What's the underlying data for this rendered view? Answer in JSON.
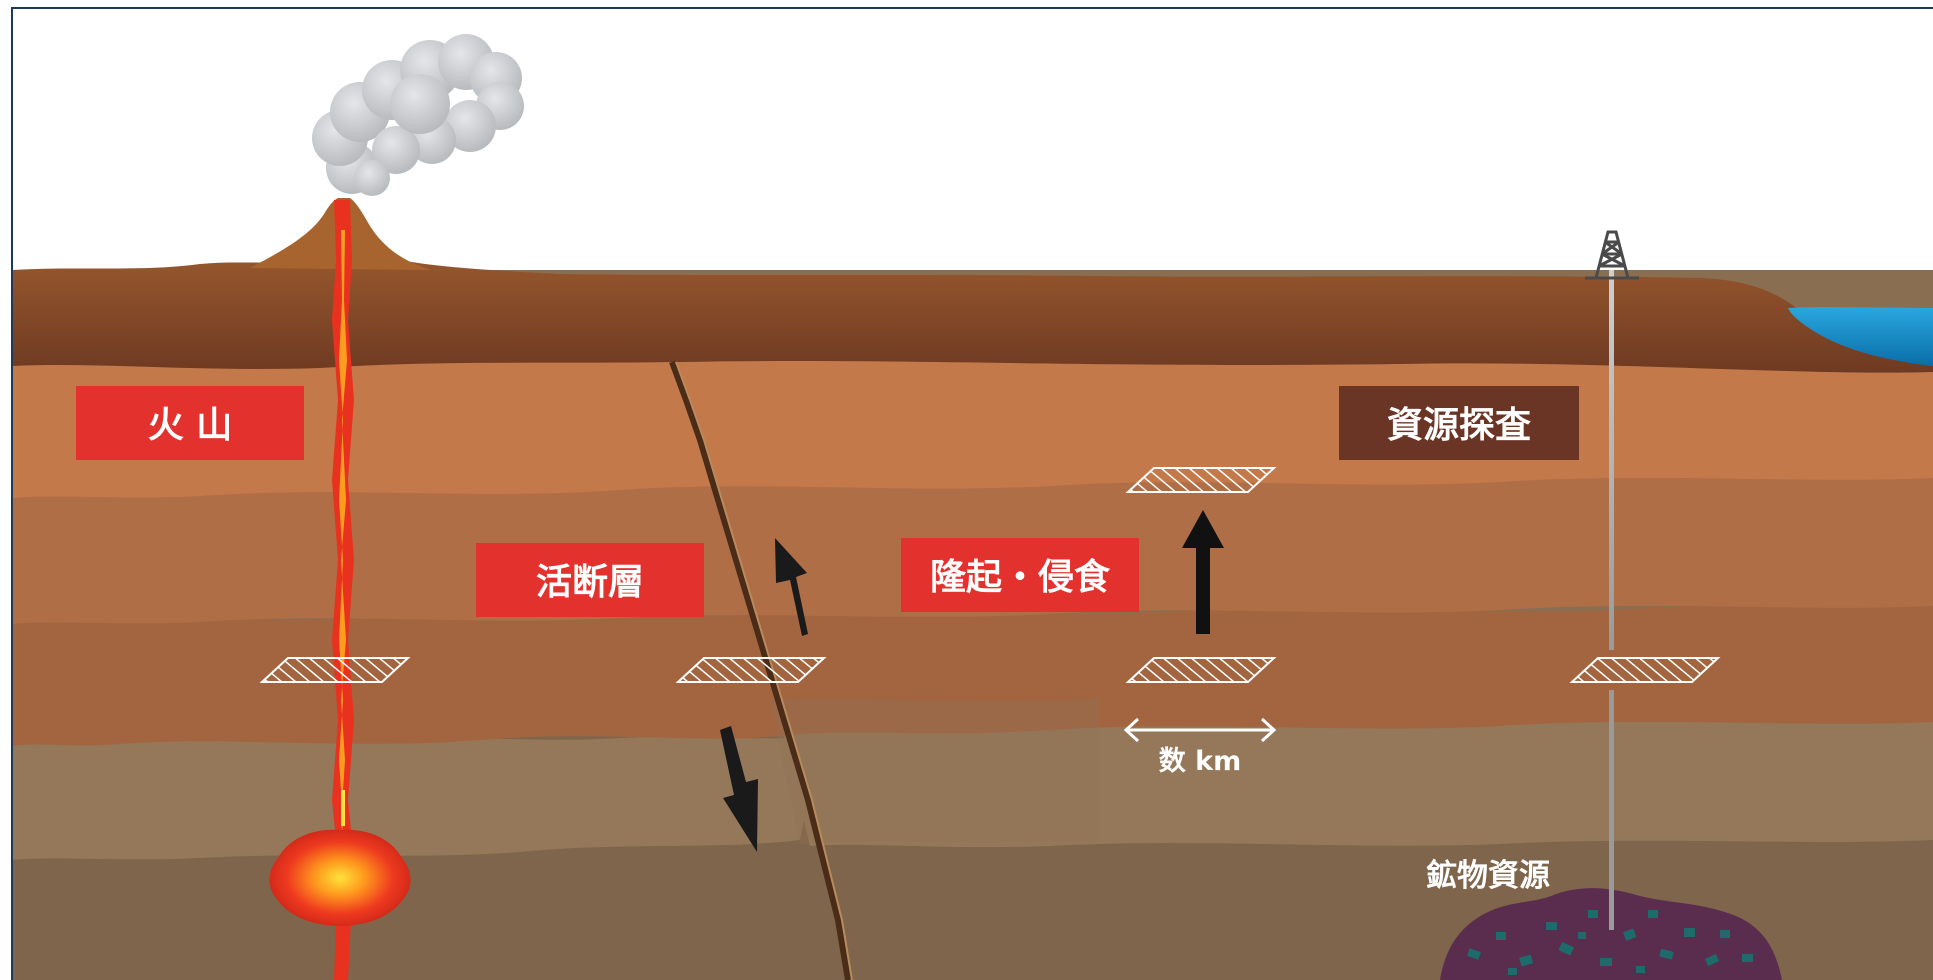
{
  "labels": {
    "volcano": "火 山",
    "active_fault": "活断層",
    "uplift_erosion": "隆起・侵食",
    "resource_exploration": "資源探査",
    "scale": "数 km",
    "mineral_resources": "鉱物資源"
  },
  "colors": {
    "label_red": "#e3312d",
    "label_brown": "#6b3526",
    "surface_brown": "#8a4e2a",
    "sea_blue": "#1a8fd0",
    "magma_red": "#e8321f",
    "ore_purple": "#5a2d4e",
    "ore_teal": "#1d6b6b"
  },
  "icons": {
    "repository_marker": "hatched-parallelogram-icon",
    "drilling_rig": "drilling-rig-icon",
    "smoke": "smoke-cloud-icon"
  }
}
